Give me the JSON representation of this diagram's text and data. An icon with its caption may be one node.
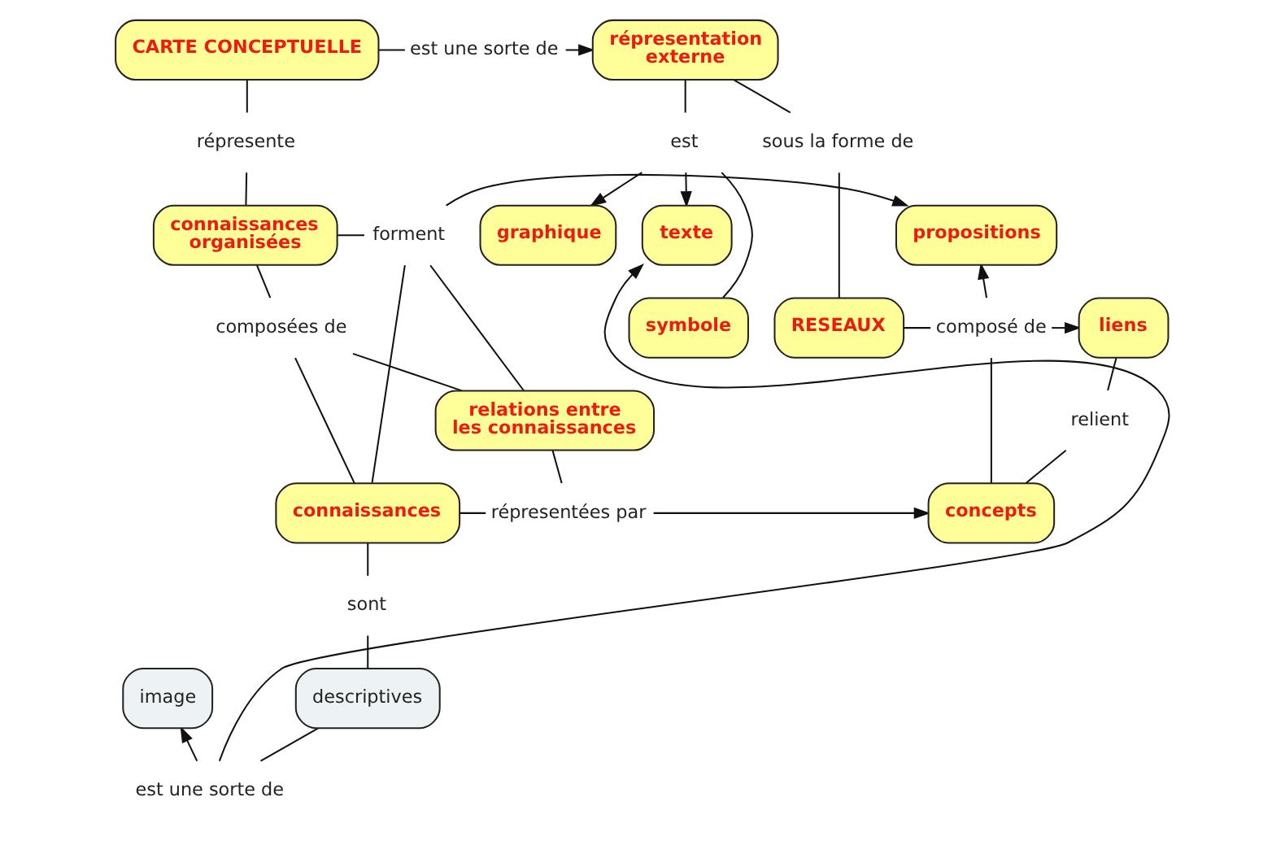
{
  "diagram": {
    "nodes": [
      {
        "text": [
          "CARTE CONCEPTUELLE"
        ]
      },
      {
        "text": [
          "est une sorte de"
        ]
      },
      {
        "text": [
          "répresentation externe"
        ]
      },
      {
        "text": [
          "graphique"
        ]
      },
      {
        "text": [
          "répresente"
        ]
      },
      {
        "text": [
          "est"
        ]
      },
      {
        "text": [
          "sous la forme de"
        ]
      },
      {
        "text": [
          "texte"
        ]
      },
      {
        "text": [
          "propositions"
        ]
      },
      {
        "text": [
          "connaissances organisées"
        ]
      },
      {
        "text": [
          "forment"
        ]
      },
      {
        "text": [
          "liens"
        ]
      },
      {
        "text": [
          "symbole"
        ]
      },
      {
        "text": [
          "composées de"
        ]
      },
      {
        "text": [
          "composé de"
        ]
      },
      {
        "text": [
          "RESEAUX"
        ]
      },
      {
        "text": [
          "relations entre les connaissances"
        ]
      },
      {
        "text": [
          "relient"
        ]
      },
      {
        "text": [
          "concepts"
        ]
      },
      {
        "text": [
          "connaissances"
        ]
      },
      {
        "text": [
          "répresentées par"
        ]
      },
      {
        "text": [
          "sont"
        ]
      },
      {
        "text": [
          "image"
        ]
      },
      {
        "text": [
          "descriptives"
        ]
      },
      {
        "text": [
          "est une sorte de"
        ]
      }
    ],
    "edges": [
      {
        "from": 0,
        "to": 1,
        "arrow": "none"
      },
      {
        "from": 1,
        "to": 2,
        "arrow": "to"
      },
      {
        "from": 0,
        "to": 4,
        "arrow": "none"
      },
      {
        "from": 4,
        "to": 9,
        "arrow": "none"
      },
      {
        "from": 2,
        "to": 6,
        "arrow": "none"
      },
      {
        "from": 6,
        "to": 15,
        "arrow": "none"
      },
      {
        "from": 2,
        "to": 5,
        "arrow": "none"
      },
      {
        "from": 5,
        "to": 3,
        "arrow": "to"
      },
      {
        "from": 5,
        "to": 7,
        "arrow": "to"
      },
      {
        "from": 5,
        "to": 12,
        "arrow": "none"
      },
      {
        "from": 9,
        "to": 10,
        "arrow": "none"
      },
      {
        "from": 10,
        "to": 8,
        "arrow": "to"
      },
      {
        "from": 16,
        "to": 10,
        "arrow": "none"
      },
      {
        "from": 19,
        "to": 10,
        "arrow": "none"
      },
      {
        "from": 9,
        "to": 13,
        "arrow": "none"
      },
      {
        "from": 13,
        "to": 16,
        "arrow": "none"
      },
      {
        "from": 13,
        "to": 19,
        "arrow": "none"
      },
      {
        "from": 15,
        "to": 14,
        "arrow": "none"
      },
      {
        "from": 14,
        "to": 11,
        "arrow": "to"
      },
      {
        "from": 14,
        "to": 8,
        "arrow": "to"
      },
      {
        "from": 14,
        "to": 18,
        "arrow": "none"
      },
      {
        "from": 11,
        "to": 17,
        "arrow": "none"
      },
      {
        "from": 17,
        "to": 18,
        "arrow": "none"
      },
      {
        "from": 19,
        "to": 20,
        "arrow": "none"
      },
      {
        "from": 20,
        "to": 18,
        "arrow": "to"
      },
      {
        "from": 16,
        "to": 20,
        "arrow": "none"
      },
      {
        "from": 19,
        "to": 21,
        "arrow": "none"
      },
      {
        "from": 21,
        "to": 23,
        "arrow": "none"
      },
      {
        "from": 23,
        "to": 24,
        "arrow": "none"
      },
      {
        "from": 24,
        "to": 22,
        "arrow": "to"
      },
      {
        "from": 24,
        "to": 7,
        "arrow": "to"
      }
    ]
  }
}
